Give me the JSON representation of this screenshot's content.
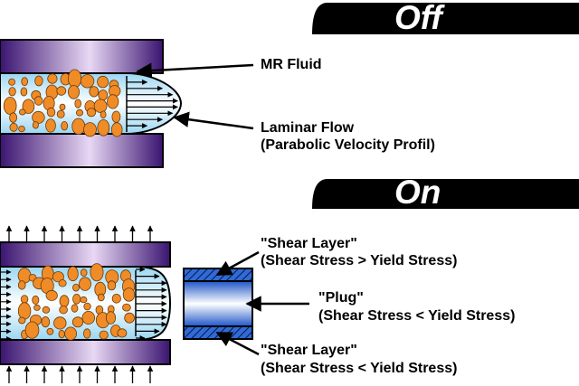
{
  "off_section": {
    "state_label": "Off",
    "mr_fluid_label": "MR Fluid",
    "laminar_flow_line1": "Laminar Flow",
    "laminar_flow_line2": "(Parabolic Velocity Profil)"
  },
  "on_section": {
    "state_label": "On",
    "shear_layer_top_line1": "\"Shear Layer\"",
    "shear_layer_top_line2": "(Shear Stress > Yield Stress)",
    "plug_line1": "\"Plug\"",
    "plug_line2": "(Shear Stress < Yield Stress)",
    "shear_layer_bottom_line1": "\"Shear Layer\"",
    "shear_layer_bottom_line2": "(Shear Stress < Yield Stress)"
  },
  "colors": {
    "banner": "#000000",
    "plate_dark": "#3a1470",
    "plate_light": "#e8d8f4",
    "fluid_light": "#ffffff",
    "fluid_mid": "#a8dcf4",
    "particle": "#f08c28",
    "plug_blue": "#2864d8",
    "plug_highlight": "#ffffff"
  }
}
